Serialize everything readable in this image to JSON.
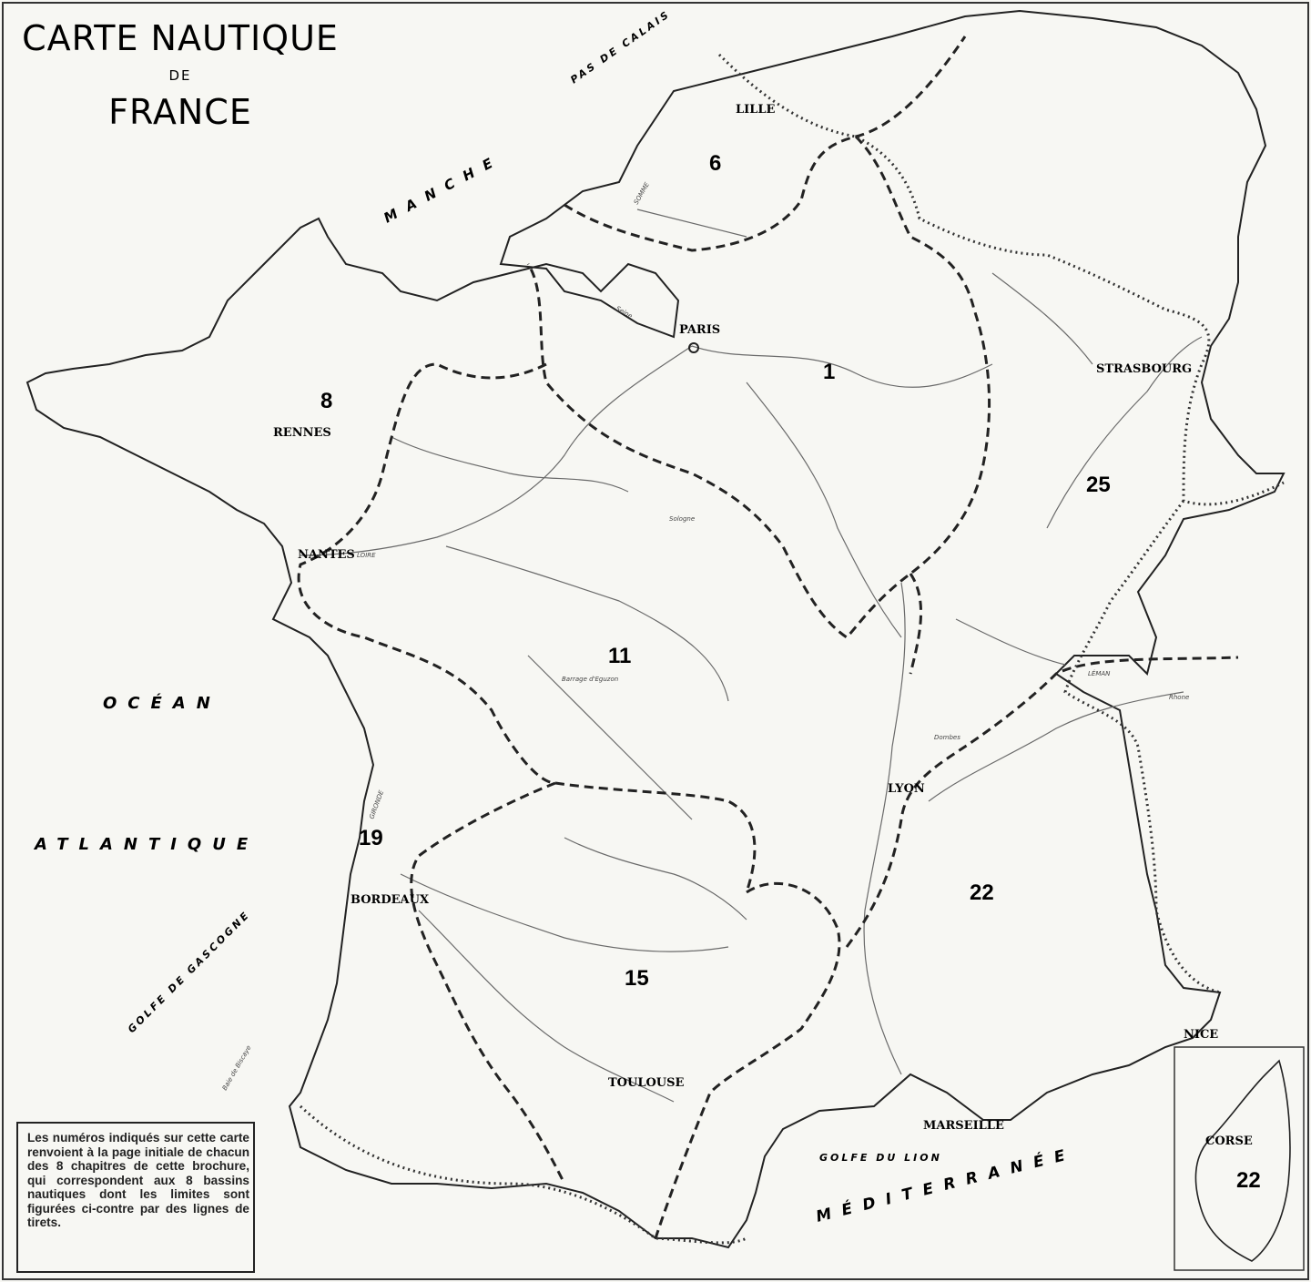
{
  "title": {
    "line1": "CARTE NAUTIQUE",
    "line2": "DE",
    "line3": "FRANCE"
  },
  "seas": {
    "manche": "MANCHE",
    "pas_de_calais": "PAS DE CALAIS",
    "ocean": "OCÉAN",
    "atlantique": "ATLANTIQUE",
    "golfe_gascogne": "GOLFE DE GASCOGNE",
    "baie_biscaye": "Baie de Biscaye",
    "golfe_lion": "GOLFE DU LION",
    "mediterranee": "MÉDITERRANÉE"
  },
  "cities": {
    "lille": "LILLE",
    "paris": "PARIS",
    "strasbourg": "STRASBOURG",
    "rennes": "RENNES",
    "nantes": "NANTES",
    "lyon": "LYON",
    "bordeaux": "BORDEAUX",
    "toulouse": "TOULOUSE",
    "marseille": "MARSEILLE",
    "nice": "NICE"
  },
  "basins": [
    "6",
    "1",
    "8",
    "25",
    "11",
    "19",
    "22",
    "15"
  ],
  "corse": {
    "label": "CORSE",
    "basin": "22"
  },
  "minor_labels": {
    "loire": "LOIRE",
    "sologne": "Sologne",
    "dombes": "Dombes",
    "leman": "LÉMAN",
    "rhone": "Rhone",
    "gironde": "GIRONDE",
    "barrage": "Barrage d'Eguzon",
    "somme": "SOMME",
    "seine": "Seine"
  },
  "legend": {
    "text": "Les numéros indiqués sur cette carte renvoient à la page initiale de chacun des 8 chapitres de cette brochure, qui correspondent aux 8 bassins nautiques dont les limites sont figurées ci-contre par des lignes de tirets."
  },
  "colors": {
    "ink": "#1c1c1c",
    "paper": "#f7f7f3",
    "river": "#6a6a6a"
  }
}
